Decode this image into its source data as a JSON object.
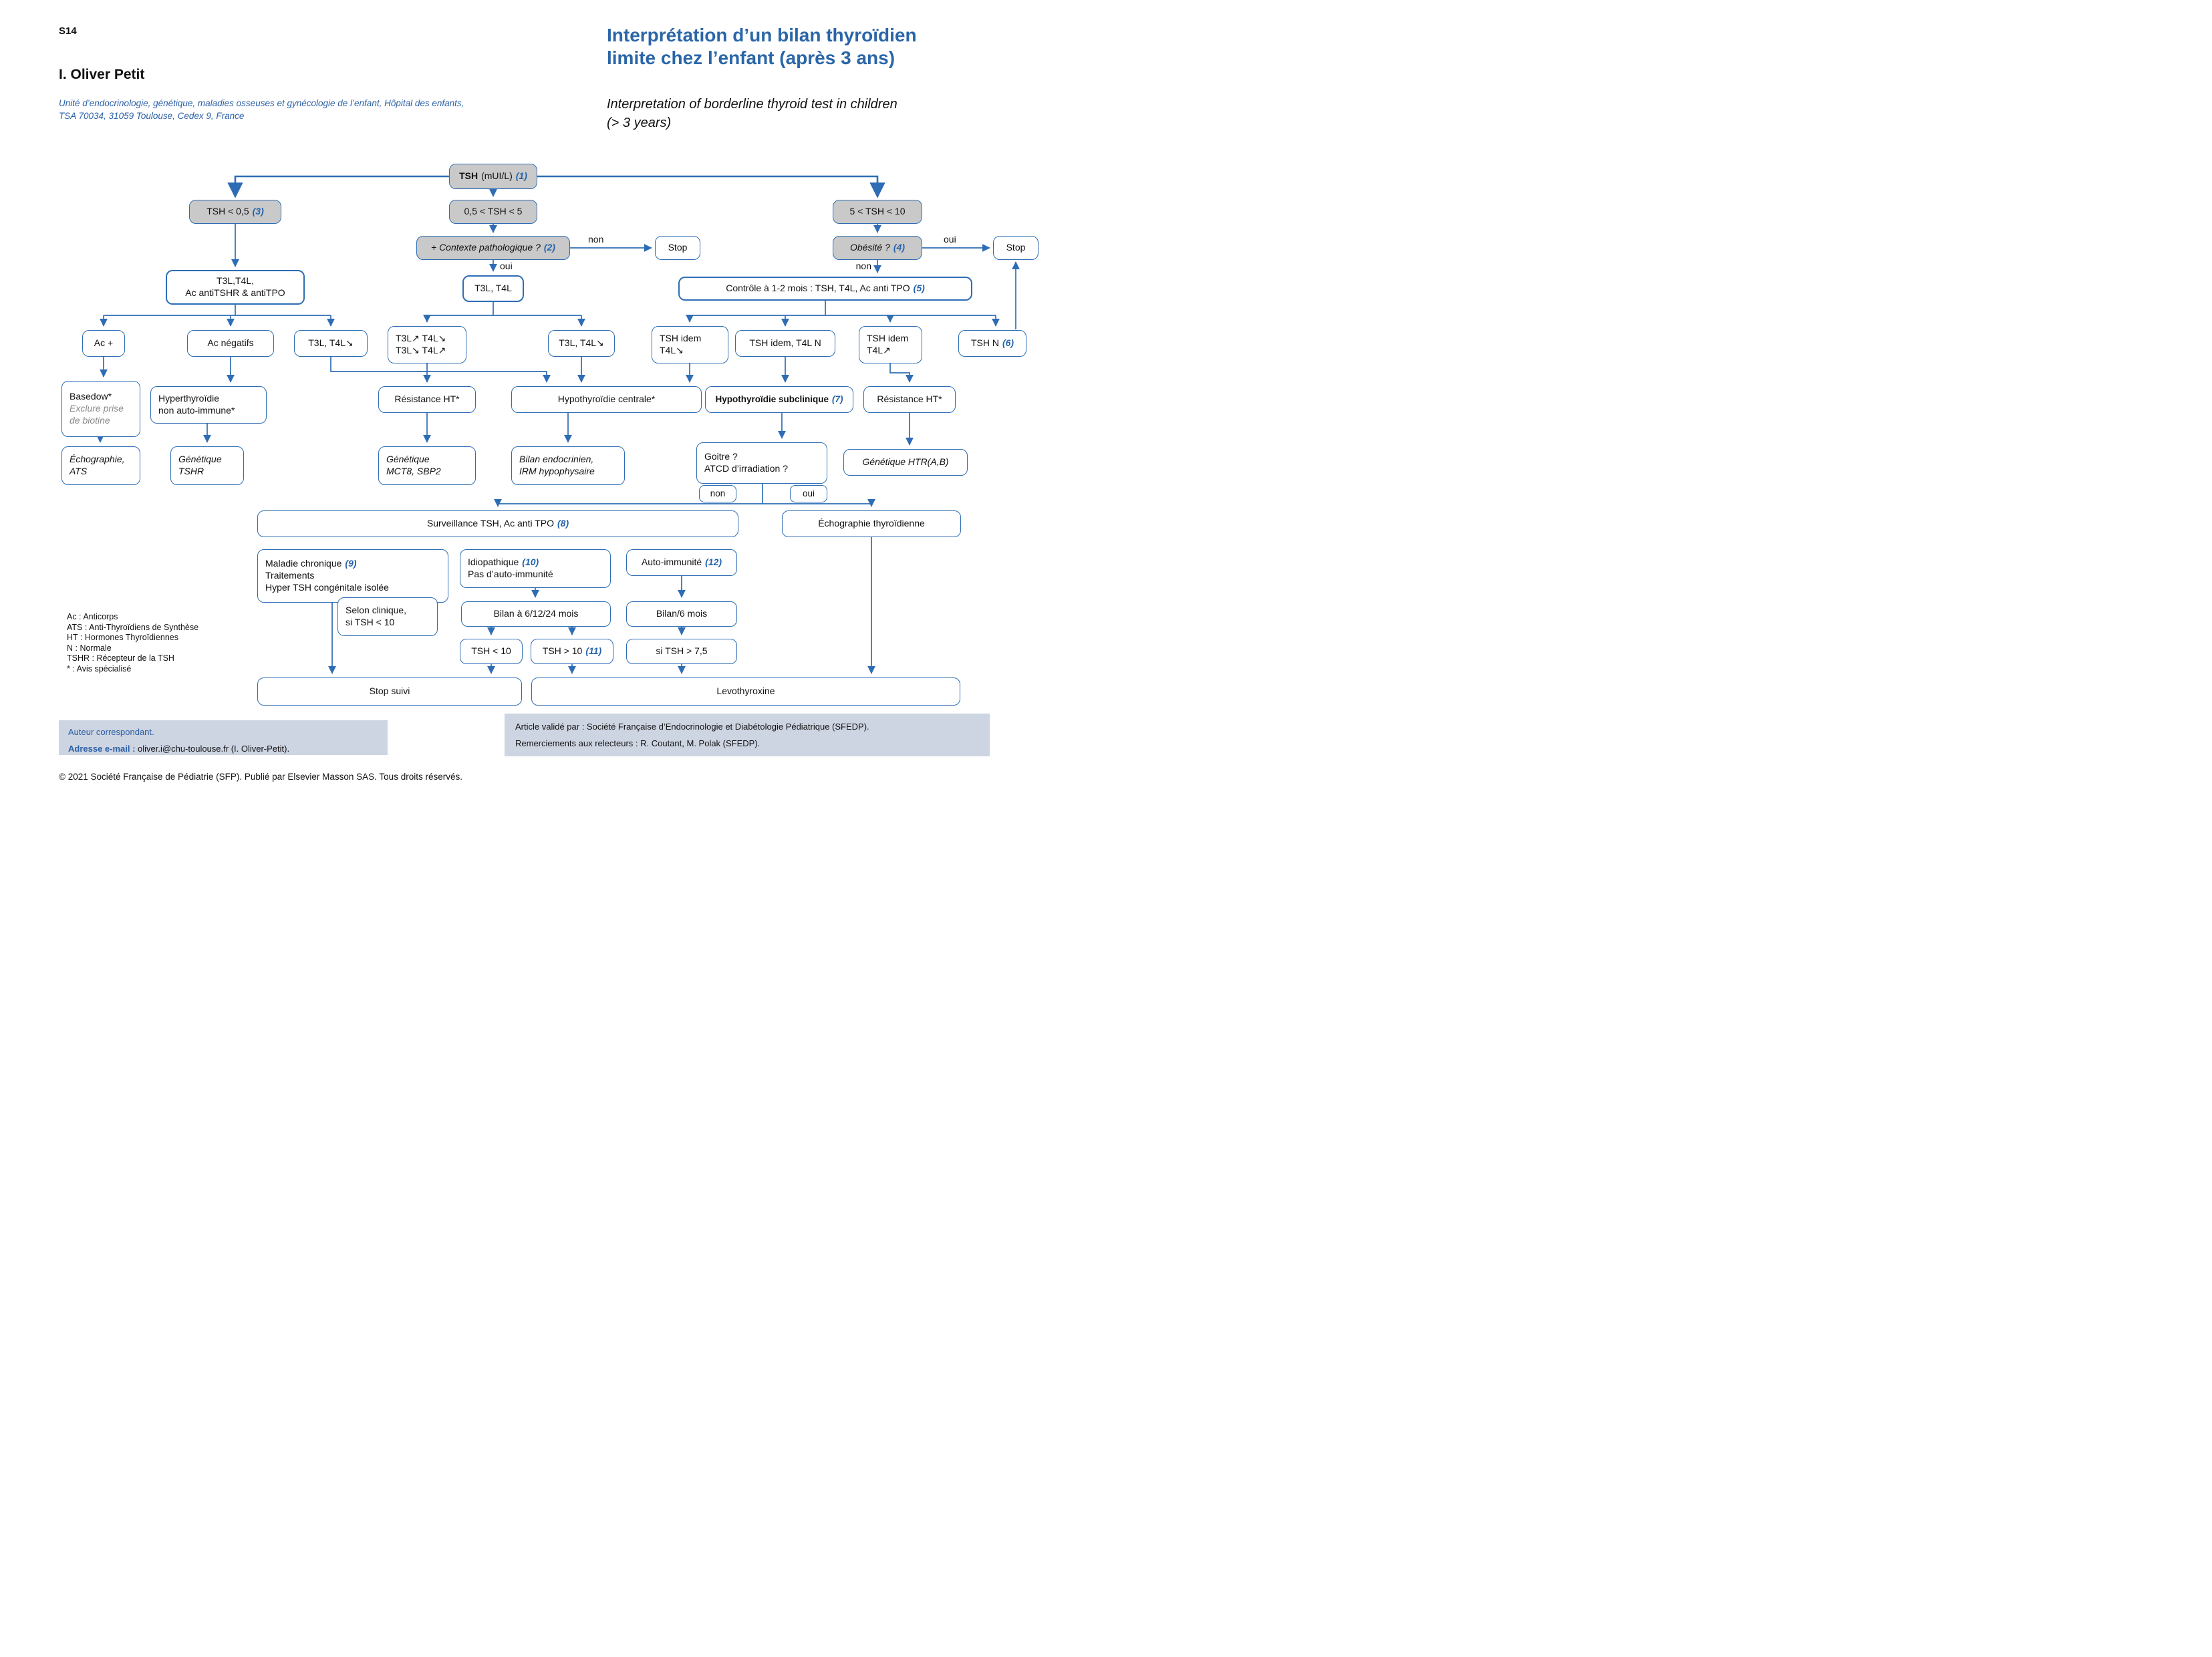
{
  "header": {
    "page_tag": "S14",
    "author": "I. Oliver Petit",
    "affiliation_line1": "Unité d’endocrinologie, génétique, maladies osseuses et gynécologie de l’enfant, Hôpital des enfants,",
    "affiliation_line2": "TSA 70034, 31059 Toulouse, Cedex 9, France",
    "title_fr_line1": "Interprétation d’un bilan thyroïdien",
    "title_fr_line2": "limite chez l’enfant (après 3 ans)",
    "title_en_line1": "Interpretation of borderline thyroid test in children",
    "title_en_line2": "(> 3 years)"
  },
  "colors": {
    "accent_blue": "#2e6db5",
    "reference_blue": "#2563ac",
    "title_blue": "#2a66a8",
    "gray_node_fill": "#c9c9c9",
    "footer_background": "#cdd4e2",
    "muted_gray_text": "#8a8a8a"
  },
  "nodes": {
    "tsh": {
      "a": "TSH",
      "b": "(mUI/L)",
      "r": "(1)"
    },
    "lt05": {
      "t": "TSH < 0,5",
      "r": "(3)"
    },
    "mid05": {
      "t": "0,5 < TSH < 5"
    },
    "gt5": {
      "t": "5 < TSH < 10"
    },
    "ctx": {
      "t": "+ Contexte pathologique ?",
      "r": "(2)"
    },
    "stop1": {
      "t": "Stop"
    },
    "obes": {
      "t": "Obésité ?",
      "r": "(4)"
    },
    "stop2": {
      "t": "Stop"
    },
    "bilan1": {
      "l1": "T3L,T4L,",
      "l2": "Ac antiTSHR & antiTPO"
    },
    "t3t4": {
      "t": "T3L, T4L"
    },
    "controle": {
      "t": "Contrôle à 1-2 mois : TSH, T4L, Ac anti TPO",
      "r": "(5)"
    },
    "acplus": {
      "t": "Ac +"
    },
    "acneg": {
      "t": "Ac négatifs"
    },
    "t34down1": {
      "t": "T3L, T4L↘"
    },
    "t34mix": {
      "l1": "T3L↗ T4L↘",
      "l2": "T3L↘ T4L↗"
    },
    "t34down2": {
      "t": "T3L, T4L↘"
    },
    "idemdown": {
      "l1": "TSH idem",
      "l2": "T4L↘"
    },
    "idemn": {
      "t": "TSH idem, T4L N"
    },
    "idemup": {
      "l1": "TSH idem",
      "l2": "T4L↗"
    },
    "tshn": {
      "t": "TSH N",
      "r": "(6)"
    },
    "basedow": {
      "l1": "Basedow*",
      "l2": "Exclure prise",
      "l3": "de biotine"
    },
    "hyperthy": {
      "l1": "Hyperthyroïdie",
      "l2": "non auto-immune*"
    },
    "resht1": {
      "t": "Résistance HT*"
    },
    "hypocent": {
      "t": "Hypothyroïdie centrale*"
    },
    "hyposub": {
      "t": "Hypothyroïdie subclinique",
      "r": "(7)"
    },
    "resht2": {
      "t": "Résistance HT*"
    },
    "echoats": {
      "l1": "Échographie,",
      "l2": "ATS"
    },
    "gentshr": {
      "l1": "Génétique",
      "l2": "TSHR"
    },
    "genmct8": {
      "l1": "Génétique",
      "l2": "MCT8, SBP2"
    },
    "bilanendo": {
      "l1": "Bilan endocrinien,",
      "l2": "IRM hypophysaire"
    },
    "goitre": {
      "l1": "Goitre ?",
      "l2": "ATCD d’irradiation ?"
    },
    "genhtr": {
      "t": "Génétique HTR(A,B)"
    },
    "nonbox": {
      "t": "non"
    },
    "ouibox": {
      "t": "oui"
    },
    "surv": {
      "t": "Surveillance TSH, Ac anti TPO",
      "r": "(8)"
    },
    "echothyro": {
      "t": "Échographie thyroïdienne"
    },
    "maladie": {
      "l1": "Maladie chronique",
      "l1r": "(9)",
      "l2": "Traitements",
      "l3": "Hyper TSH congénitale isolée"
    },
    "idio": {
      "l1": "Idiopathique",
      "l1r": "(10)",
      "l2": "Pas d’auto-immunité"
    },
    "autoimm": {
      "t": "Auto-immunité",
      "r": "(12)"
    },
    "selon": {
      "l1": "Selon clinique,",
      "l2": "si TSH < 10"
    },
    "b61224": {
      "t": "Bilan à 6/12/24 mois"
    },
    "b6": {
      "t": "Bilan/6 mois"
    },
    "lt10": {
      "t": "TSH < 10"
    },
    "gt10": {
      "t": "TSH > 10",
      "r": "(11)"
    },
    "gt75": {
      "t": "si TSH > 7,5"
    },
    "stopsuivi": {
      "t": "Stop suivi"
    },
    "levo": {
      "t": "Levothyroxine"
    }
  },
  "edge_labels": {
    "non1": "non",
    "oui1": "oui",
    "oui2": "oui",
    "non2": "non"
  },
  "legend": {
    "lines": [
      "Ac : Anticorps",
      "ATS : Anti-Thyroïdiens de Synthèse",
      "HT : Hormones Thyroïdiennes",
      "N : Normale",
      "TSHR : Récepteur de la TSH",
      "* : Avis spécialisé"
    ]
  },
  "footer": {
    "correspondent_line1": "Auteur correspondant.",
    "correspondent_label": "Adresse e-mail :",
    "correspondent_value": " oliver.i@chu-toulouse.fr (I. Oliver-Petit).",
    "validation_line1": "Article validé par : Société Française d’Endocrinologie et Diabétologie Pédiatrique (SFEDP).",
    "validation_line2": "Remerciements aux relecteurs : R. Coutant, M. Polak (SFEDP).",
    "copyright": "© 2021 Société Française de Pédiatrie (SFP). Publié par Elsevier Masson SAS. Tous droits réservés."
  }
}
